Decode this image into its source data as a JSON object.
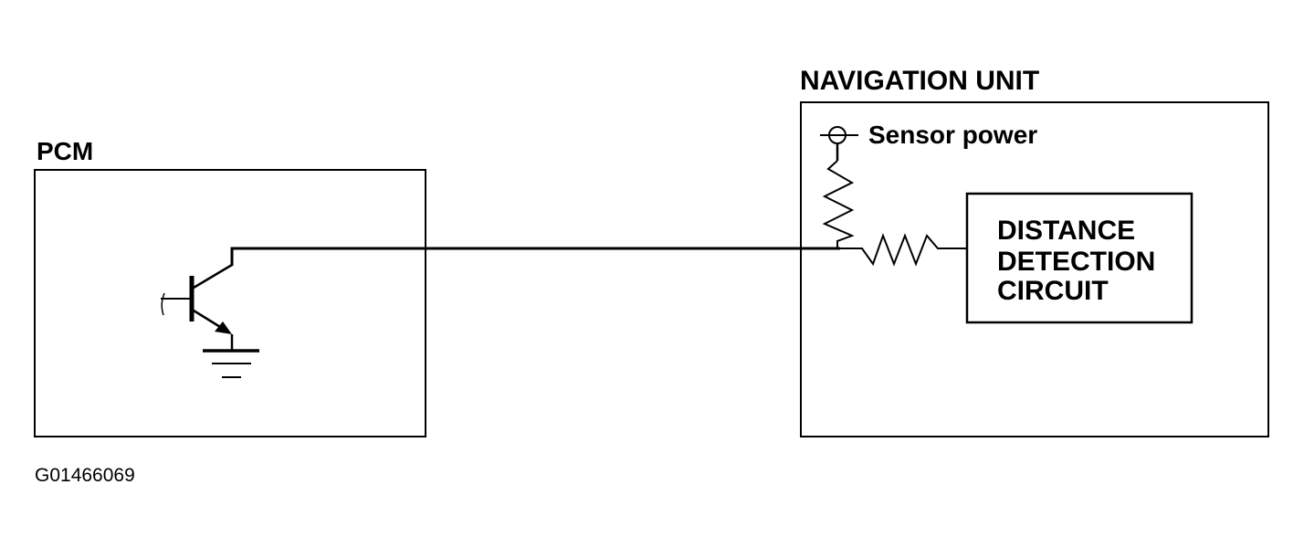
{
  "labels": {
    "pcm": "PCM",
    "navigation_unit": "NAVIGATION UNIT",
    "sensor_power": "Sensor power",
    "circuit_line1": "DISTANCE",
    "circuit_line2": "DETECTION",
    "circuit_line3": "CIRCUIT",
    "figure_id": "G01466069"
  }
}
